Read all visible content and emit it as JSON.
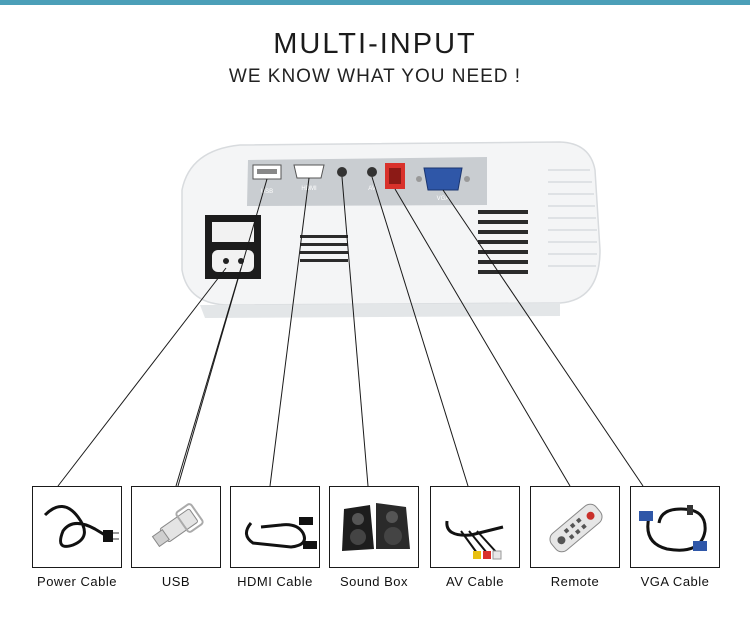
{
  "header": {
    "title": "MULTI-INPUT",
    "subtitle": "WE KNOW WHAT YOU NEED !"
  },
  "device": {
    "port_labels": [
      "USB",
      "HDMI",
      "AV",
      "VGA"
    ]
  },
  "accessories": [
    {
      "label": "Power Cable",
      "icon": "power-cable-icon"
    },
    {
      "label": "USB",
      "icon": "usb-drive-icon"
    },
    {
      "label": "HDMI Cable",
      "icon": "hdmi-cable-icon"
    },
    {
      "label": "Sound Box",
      "icon": "speakers-icon"
    },
    {
      "label": "AV Cable",
      "icon": "av-cable-icon"
    },
    {
      "label": "Remote",
      "icon": "remote-icon"
    },
    {
      "label": "VGA Cable",
      "icon": "vga-cable-icon"
    }
  ],
  "colors": {
    "accent_rule": "#4b9fb8",
    "device_body": "#f4f5f6",
    "port_panel": "#c9cdd1",
    "vga_port": "#2f57a8",
    "av_port": "#d9312b"
  }
}
